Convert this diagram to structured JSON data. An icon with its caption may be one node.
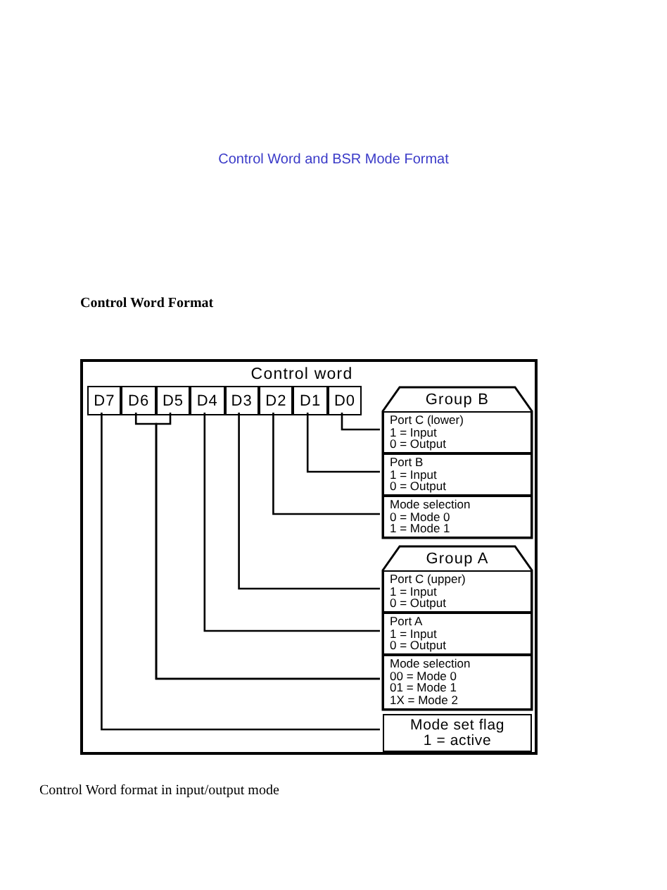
{
  "diagram": {
    "title": "Control Word and BSR Mode Format",
    "caption": "Control Word format in input/output mode",
    "labels": [
      "Control Word Format"
    ],
    "nodes": [
      {
        "text": [
          "Control word"
        ]
      },
      {
        "text": [
          "D7"
        ],
        "in": 0
      },
      {
        "text": [
          "D6"
        ],
        "in": 0
      },
      {
        "text": [
          "D5"
        ],
        "in": 0
      },
      {
        "text": [
          "D4"
        ],
        "in": 0
      },
      {
        "text": [
          "D3"
        ],
        "in": 0
      },
      {
        "text": [
          "D2"
        ],
        "in": 0
      },
      {
        "text": [
          "D1"
        ],
        "in": 0
      },
      {
        "text": [
          "D0"
        ],
        "in": 0
      },
      {
        "text": [
          "Group B"
        ],
        "in": 0
      },
      {
        "text": [
          "Port C (lower)",
          "1 = Input",
          "0 = Output"
        ],
        "in": 9
      },
      {
        "text": [
          "Port B",
          "1 = Input",
          "0 = Output"
        ],
        "in": 9
      },
      {
        "text": [
          "Mode selection",
          "0 = Mode 0",
          "1 = Mode 1"
        ],
        "in": 9
      },
      {
        "text": [
          "Group A"
        ],
        "in": 0
      },
      {
        "text": [
          "Port C (upper)",
          "1 = Input",
          "0 = Output"
        ],
        "in": 13
      },
      {
        "text": [
          "Port A",
          "1 = Input",
          "0 = Output"
        ],
        "in": 13
      },
      {
        "text": [
          "Mode selection",
          "00 = Mode 0",
          "01 = Mode 1",
          "1X = Mode 2"
        ],
        "in": 13
      },
      {
        "text": [
          "Mode set flag",
          "1 = active"
        ],
        "in": 0
      }
    ],
    "edges": [
      {
        "from": 8,
        "to": 10,
        "arrow": "none"
      },
      {
        "from": 7,
        "to": 11,
        "arrow": "none"
      },
      {
        "from": 6,
        "to": 12,
        "arrow": "none"
      },
      {
        "from": 5,
        "to": 14,
        "arrow": "none"
      },
      {
        "from": 4,
        "to": 15,
        "arrow": "none"
      },
      {
        "from": 2,
        "to": 16,
        "arrow": "none"
      },
      {
        "from": 3,
        "to": 16,
        "arrow": "none"
      },
      {
        "from": 1,
        "to": 17,
        "arrow": "none"
      }
    ]
  }
}
